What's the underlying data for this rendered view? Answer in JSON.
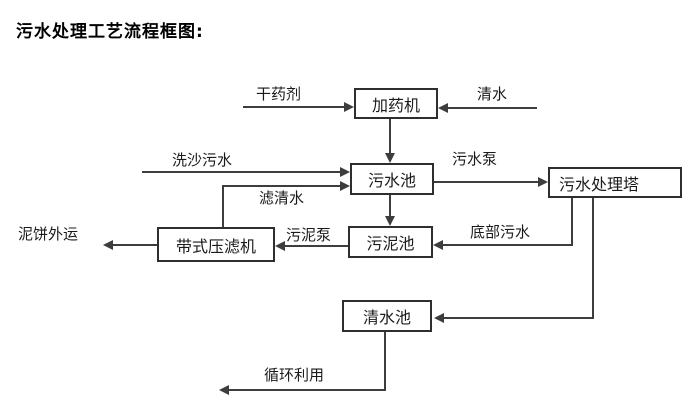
{
  "title": "污水处理工艺流程框图:",
  "nodes": {
    "dosing_machine": "加药机",
    "sewage_pool": "污水池",
    "treatment_tower": "污水处理塔",
    "sludge_pool": "污泥池",
    "belt_filter_press": "带式压滤机",
    "clean_water_pool": "清水池"
  },
  "labels": {
    "dry_agent": "干药剂",
    "clean_water": "清水",
    "sand_wash_sewage": "洗沙污水",
    "filtered_water": "滤清水",
    "sewage_pump": "污水泵",
    "bottom_sewage": "底部污水",
    "sludge_pump": "污泥泵",
    "mud_cake_outbound": "泥饼外运",
    "recycling": "循环利用"
  },
  "colors": {
    "background": "#ffffff",
    "line": "#3d3d3d",
    "box_border": "#2e2e2e",
    "text": "#000000"
  }
}
